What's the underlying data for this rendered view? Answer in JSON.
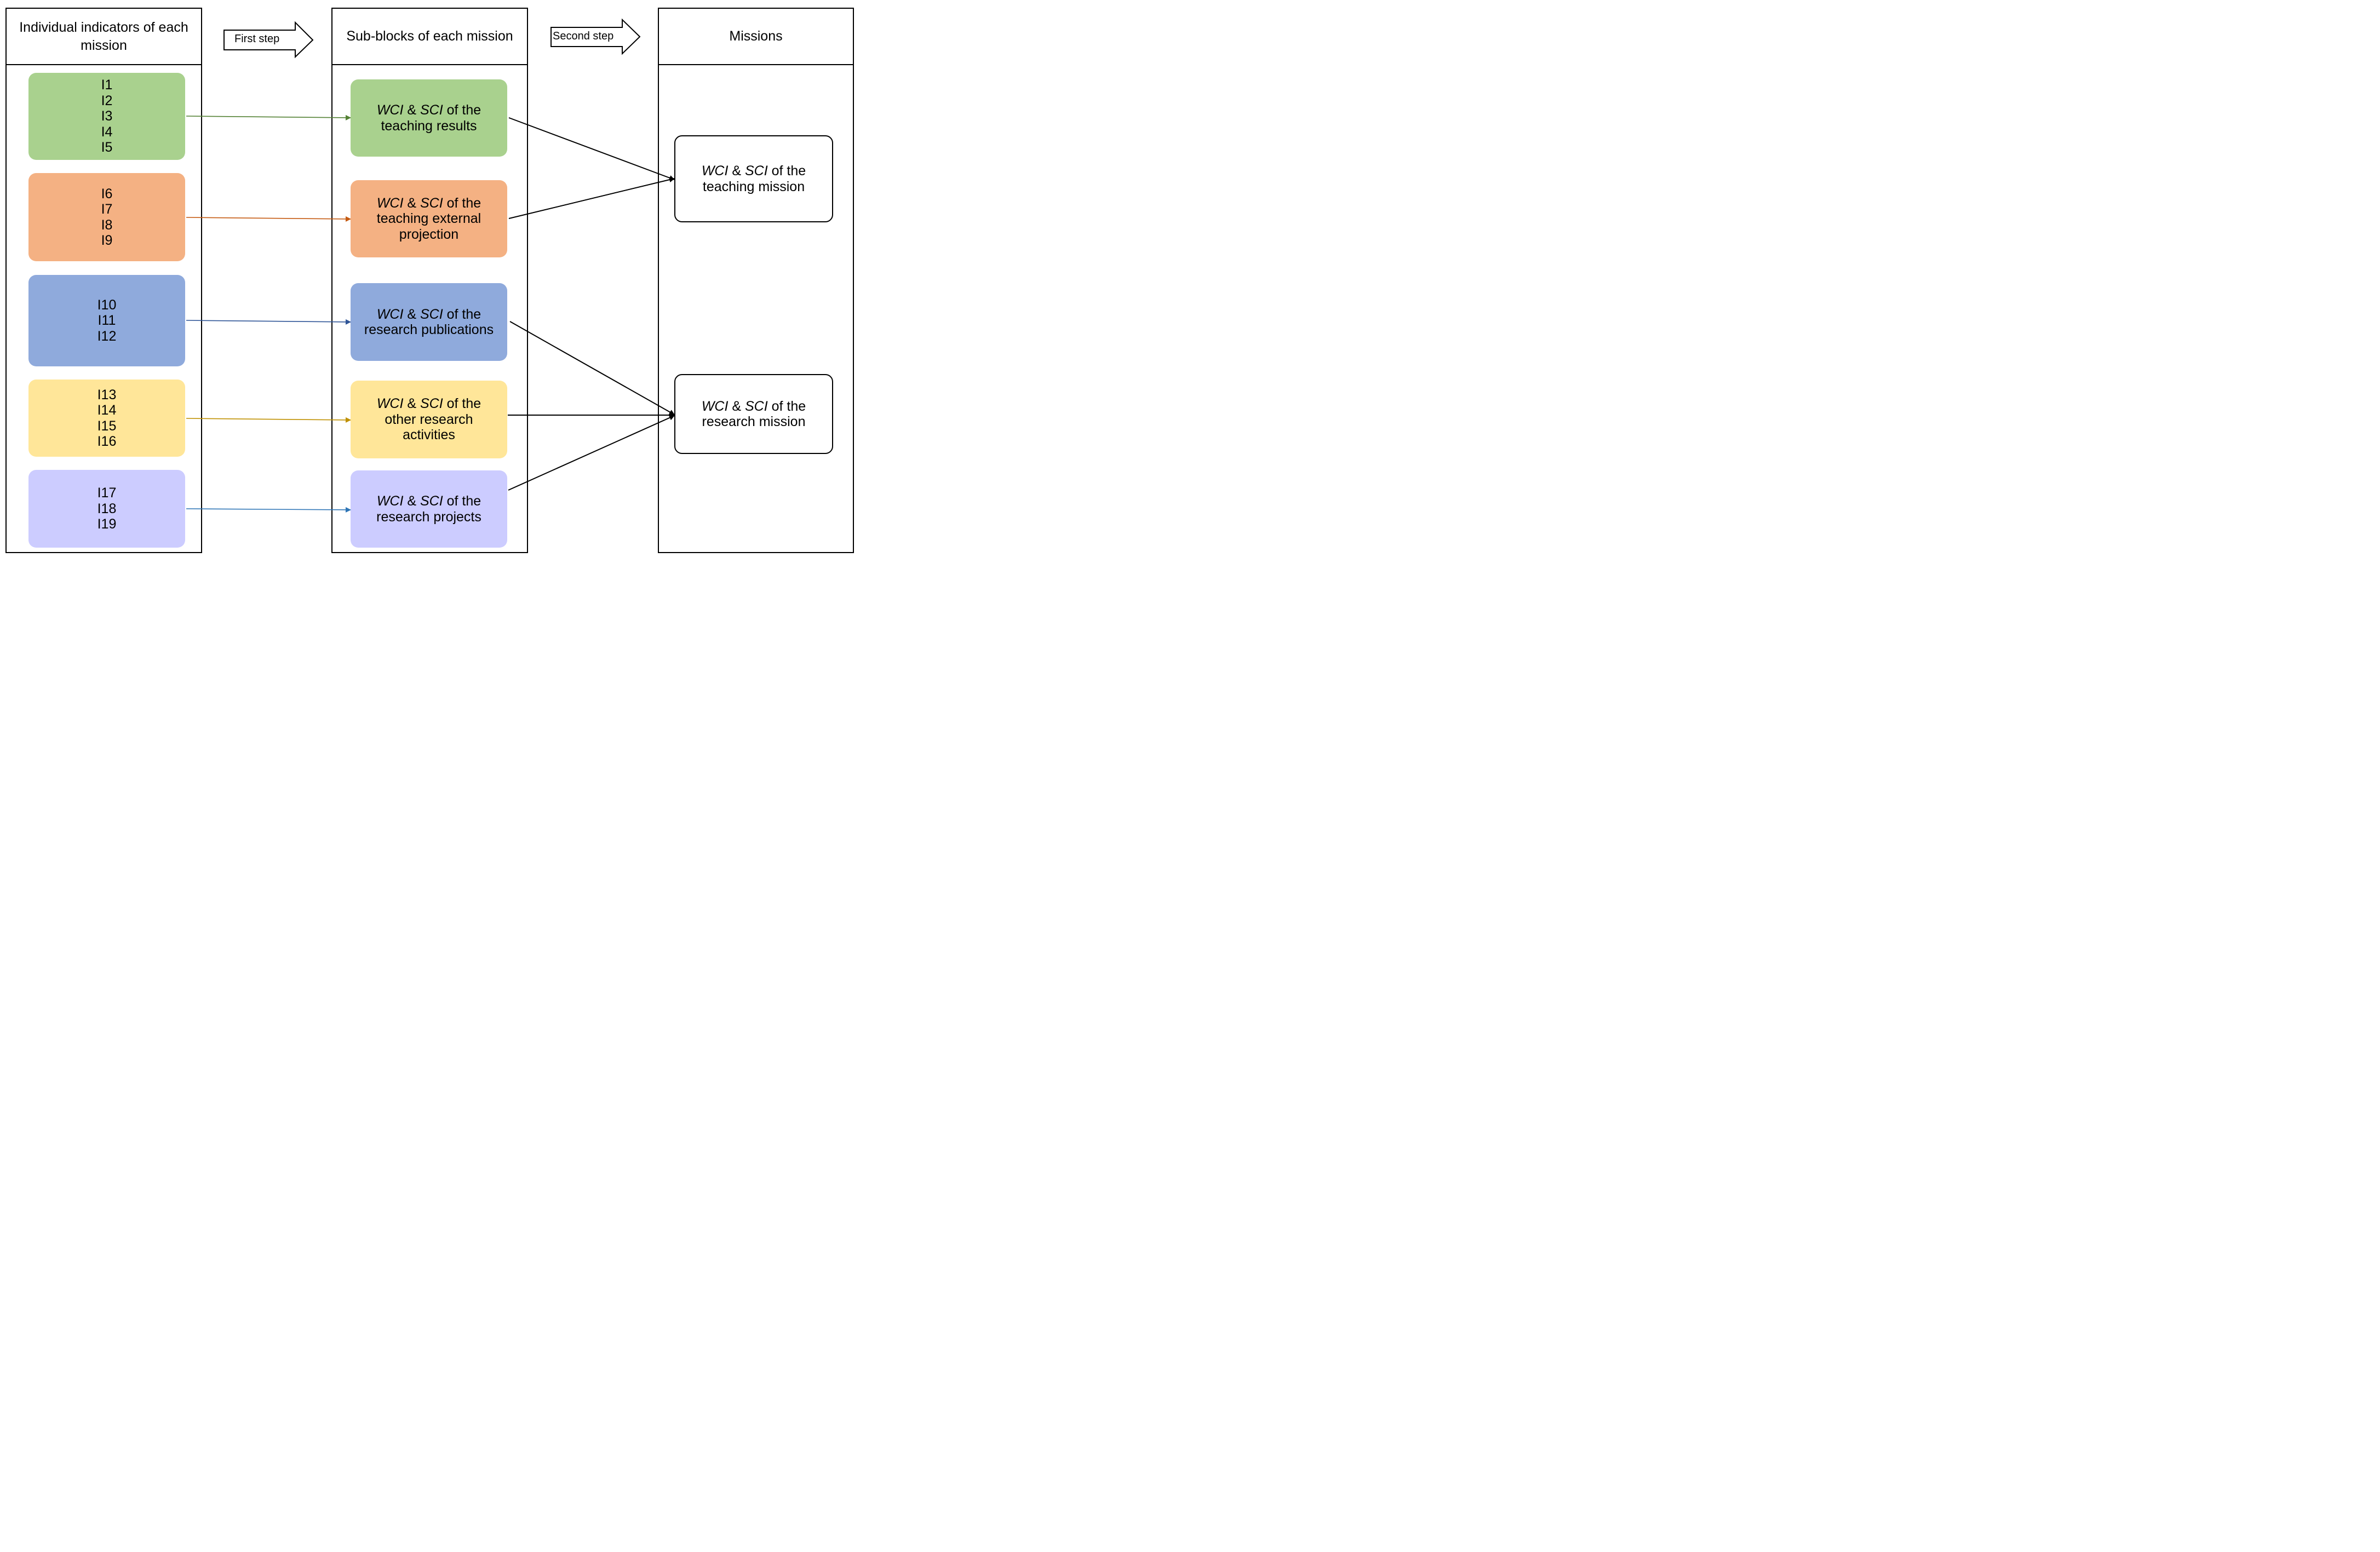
{
  "columns": {
    "indicators": {
      "title": "Individual indicators of each mission"
    },
    "subblocks": {
      "title": "Sub-blocks of each mission"
    },
    "missions": {
      "title": "Missions"
    }
  },
  "steps": {
    "first": "First step",
    "second": "Second step"
  },
  "prefix": {
    "wci": "WCI",
    "amp": " & ",
    "sci": "SCI",
    "of_the": " of the"
  },
  "indicator_groups": [
    {
      "color": "#a9d18e",
      "items": [
        "I1",
        "I2",
        "I3",
        "I4",
        "I5"
      ]
    },
    {
      "color": "#f4b183",
      "items": [
        "I6",
        "I7",
        "I8",
        "I9"
      ]
    },
    {
      "color": "#8faadc",
      "items": [
        "I10",
        "I11",
        "I12"
      ]
    },
    {
      "color": "#ffe699",
      "items": [
        "I13",
        "I14",
        "I15",
        "I16"
      ]
    },
    {
      "color": "#ccccff",
      "items": [
        "I17",
        "I18",
        "I19"
      ]
    }
  ],
  "subblocks": [
    {
      "color": "#a9d18e",
      "arrow_color": "#548235",
      "rest": [
        "teaching results"
      ]
    },
    {
      "color": "#f4b183",
      "arrow_color": "#c55a11",
      "rest": [
        "teaching external",
        "projection"
      ]
    },
    {
      "color": "#8faadc",
      "arrow_color": "#2f5597",
      "rest": [
        "research publications"
      ]
    },
    {
      "color": "#ffe699",
      "arrow_color": "#bf9000",
      "rest": [
        "other research",
        "activities"
      ]
    },
    {
      "color": "#ccccff",
      "arrow_color": "#2e75b6",
      "rest": [
        "research projects"
      ]
    }
  ],
  "missions": [
    {
      "rest": "teaching mission"
    },
    {
      "rest": "research mission"
    }
  ]
}
